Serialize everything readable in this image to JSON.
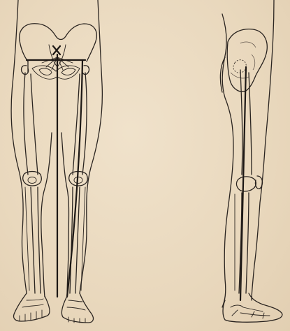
{
  "figure": {
    "background_color": "#ecdcc4",
    "ink_color": "#2a2420",
    "panels": [
      {
        "id": "front",
        "view": "anterior"
      },
      {
        "id": "side",
        "view": "lateral"
      }
    ],
    "markers": [
      {
        "panel": "front",
        "symbol": "x"
      }
    ]
  }
}
